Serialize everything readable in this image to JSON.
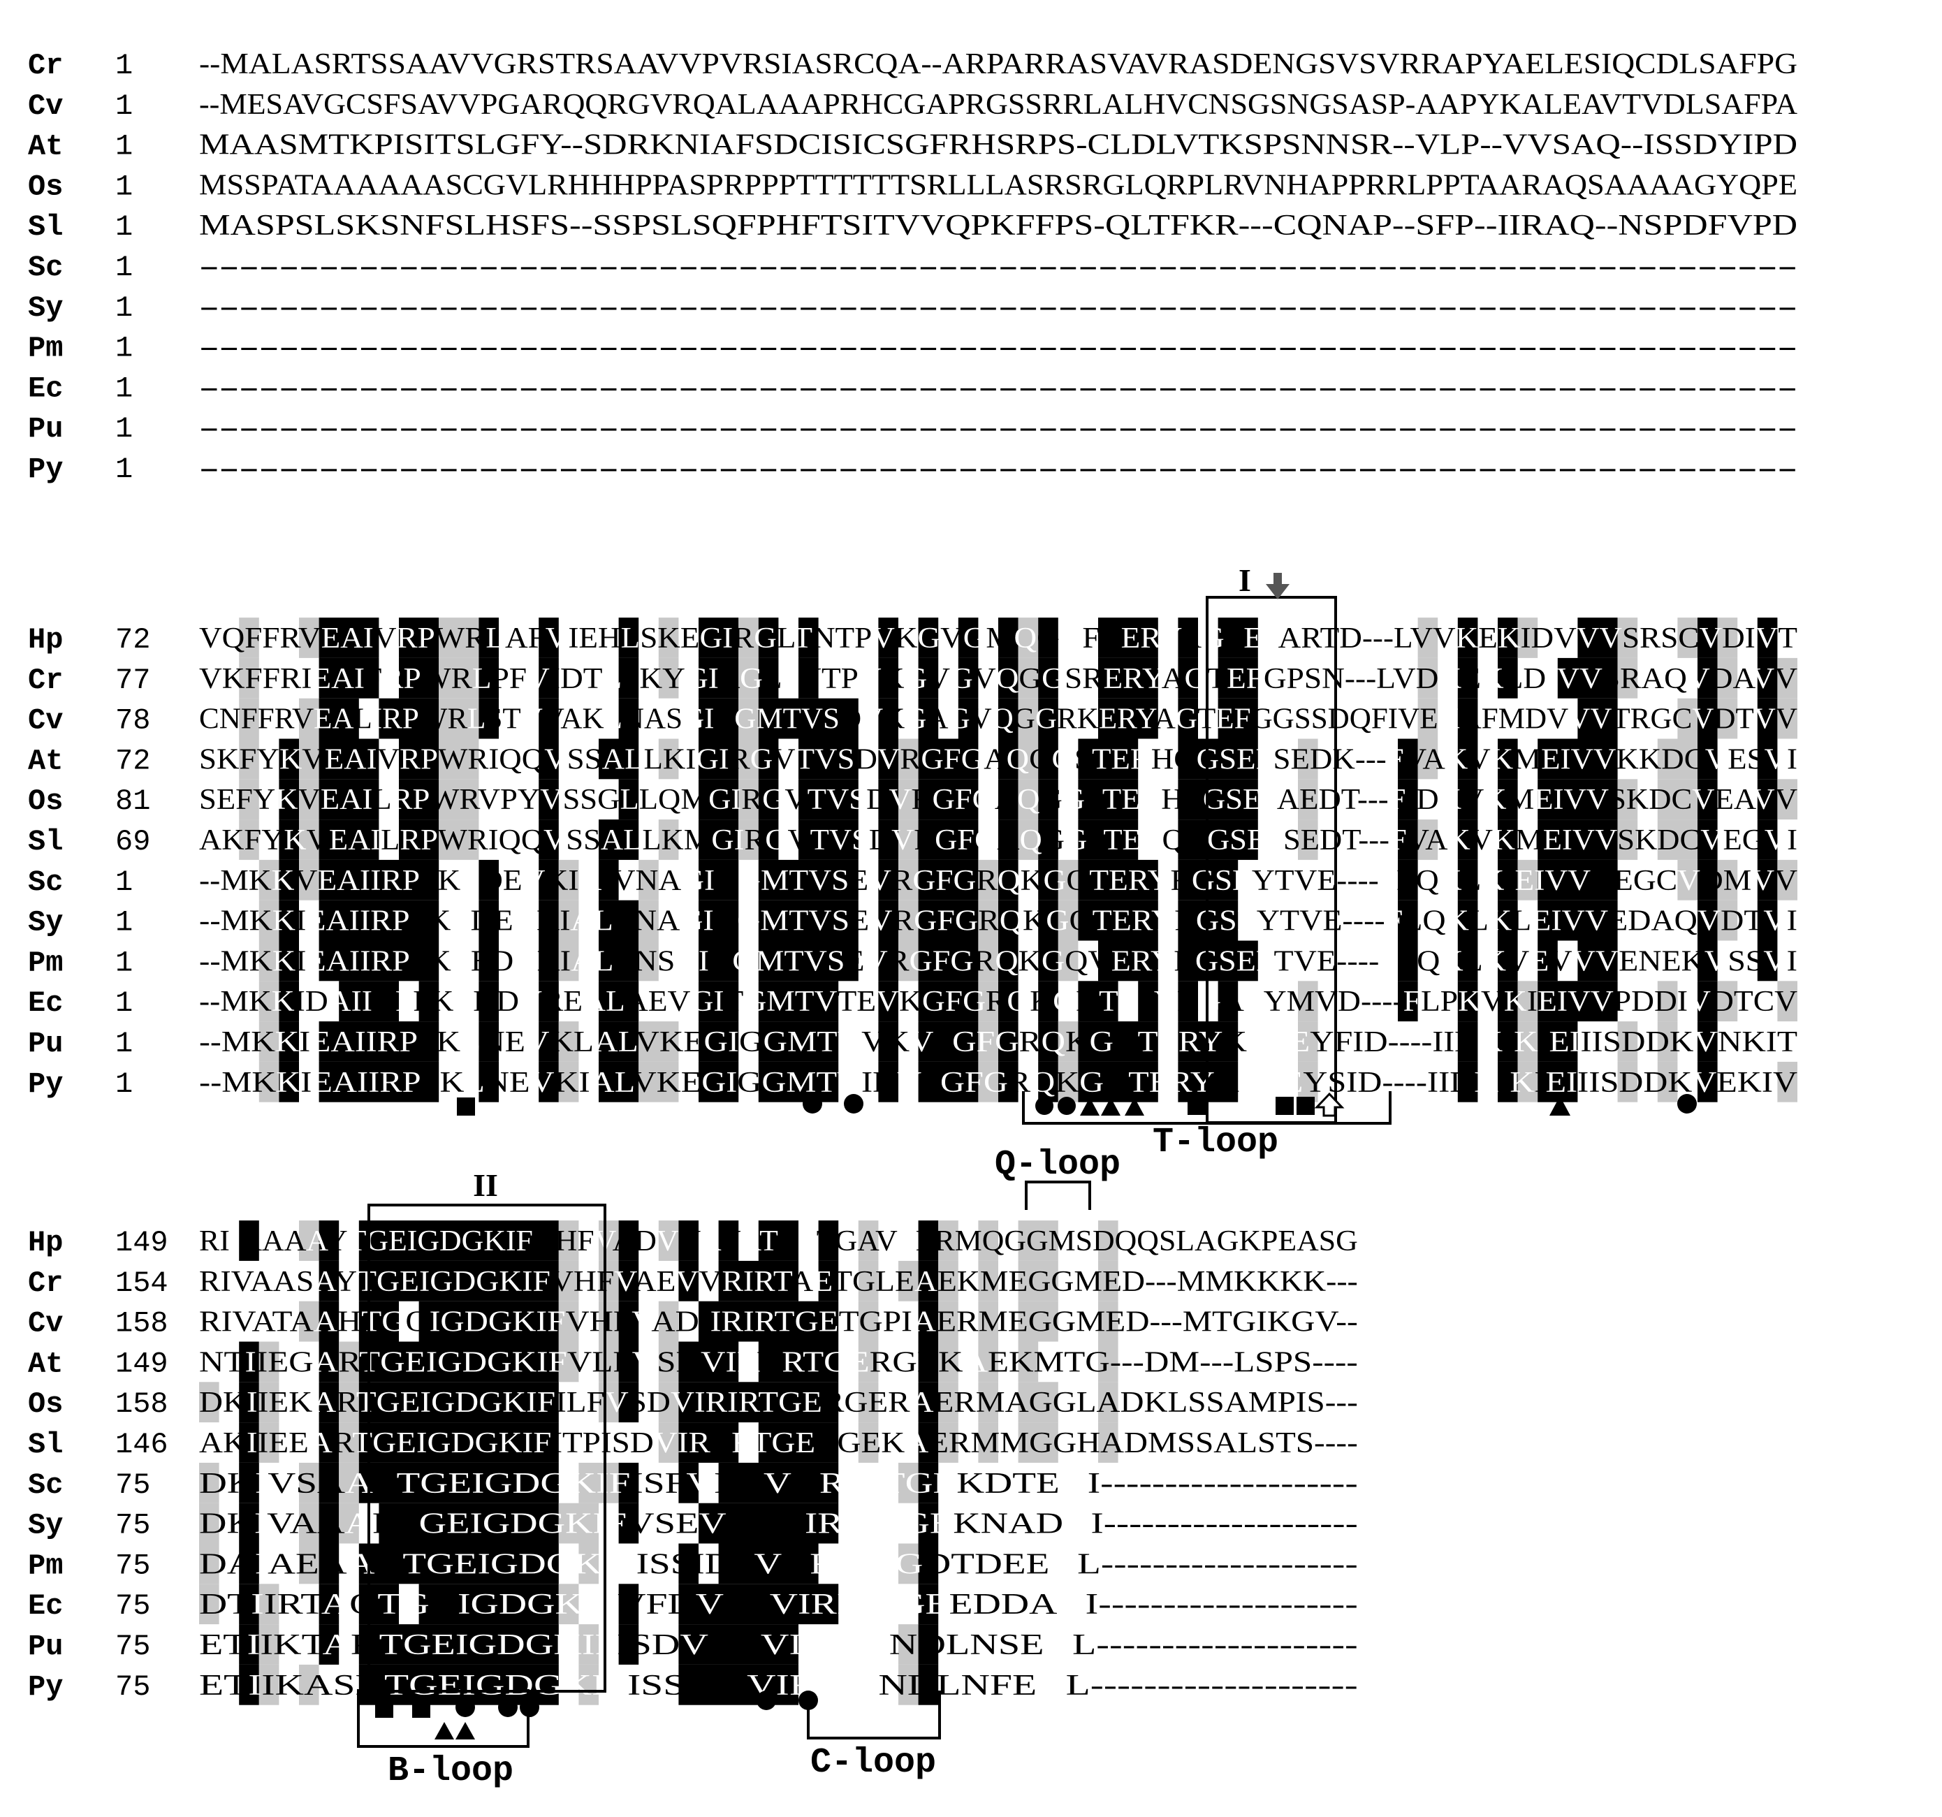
{
  "colors": {
    "identical": "#000000",
    "similar": "#c8c8c8",
    "text_on_identical": "#ffffff",
    "text_default": "#000000",
    "arrow_gray": "#555555"
  },
  "blocks": [
    {
      "id": "block1",
      "rows": [
        {
          "name": "Cr",
          "start": "1",
          "seq": "--MALASRTSSAAVVGRSTRSAAVVPVRSIASRCQA--ARPARRASVAVRASDENGSVSVRRAPYAELESIQCDLSAFPG"
        },
        {
          "name": "Cv",
          "start": "1",
          "seq": "--MESAVGCSFSAVVPGARQQRGVRQALAAAPRHCGAPRGSSRRLALHVCNSGSNGSASP-AAPYKALEAVTVDLSAFPA"
        },
        {
          "name": "At",
          "start": "1",
          "seq": "MAASMTKPISITSLGFY--SDRKNIAFSDCISICSGFRHSRPS-CLDLVTKSPSNNSR--VLP--VVSAQ--ISSDYIPD"
        },
        {
          "name": "Os",
          "start": "1",
          "seq": "MSSPATAAAAAASCGVLRHHHPPASPRPPPTTTTTTSRLLLASRSRGLQRPLRVNHAPPRRLPPTAARAQSAAAAGYQPE"
        },
        {
          "name": "Sl",
          "start": "1",
          "seq": "MASPSLSKSNFSLHSFS--SSPSLSQFPHFTSITVVQPKFFPS-QLTFKR---CQNAP--SFP--IIRAQ--NSPDFVPD"
        },
        {
          "name": "Sc",
          "start": "1",
          "seq": "--------------------------------------------------------------------------------"
        },
        {
          "name": "Sy",
          "start": "1",
          "seq": "--------------------------------------------------------------------------------"
        },
        {
          "name": "Pm",
          "start": "1",
          "seq": "--------------------------------------------------------------------------------"
        },
        {
          "name": "Ec",
          "start": "1",
          "seq": "--------------------------------------------------------------------------------"
        },
        {
          "name": "Pu",
          "start": "1",
          "seq": "--------------------------------------------------------------------------------"
        },
        {
          "name": "Py",
          "start": "1",
          "seq": "--------------------------------------------------------------------------------"
        }
      ]
    },
    {
      "id": "block2",
      "rows": [
        {
          "name": "Hp",
          "start": "72",
          "seq": "VQFFRVEAIVRPWRLAFVIEHLSKEGIRGLTNTPVKGVGMQGGFRERYAGTEFARTD---LVVKEKIDVVVSRSCVDIVT"
        },
        {
          "name": "Cr",
          "start": "77",
          "seq": "VKFFRIEAIFRPWRLPFVIDTLSKYGIRGLTNTPVKGVGVQGGSRERYAGTEFGPSN---LVDKEKLDIVVSRAQVDAVV"
        },
        {
          "name": "Cv",
          "start": "78",
          "seq": "CNFFRVEALIRPWRLSTVVAKLNASGIRGMTVSDVKGAGVQGGRKERYAGTEFGGSSDQFIVEKAFMDVVVTRGCVDTVV"
        },
        {
          "name": "At",
          "start": "72",
          "seq": "SKFYKVEAIVRPWRIQQVSSALLKIGIRGVTVSDVRGFGAQGGSTERHGGSEFSEDK---FVAKVKMEIVVKKDCVESVI"
        },
        {
          "name": "Os",
          "start": "81",
          "seq": "SEFYKVEAILRPWRVPYVSSGLLQMGIRGVTVSDVRGFGAQGGSTERHEGSEFAEDT---FIDKVKMEIVVSKDCVEAVV"
        },
        {
          "name": "Sl",
          "start": "69",
          "seq": "AKFYKVEAILRPWRIQQVSSALLKMGIRGVTVSDVRGFGAQGGLTERQAGSEFSEDT---FVAKVKMEIVVSKDCVEGVI"
        },
        {
          "name": "Sc",
          "start": "1",
          "seq": "--MKKVEAIIRPFKLDEVKIAIVNAGIVGMTVSEVRGFGRQKGQTERYRGSEYTVE----FLQKLKIEIVVDEGCVDMVV"
        },
        {
          "name": "Sy",
          "start": "1",
          "seq": "--MKKIEAIIRPFKLDEVKIALVNAGIVGMTVSEVRGFGRQKGQTERYRGSEYTVE----FLQKLKLEIVVEDAQVDTVI"
        },
        {
          "name": "Pm",
          "start": "1",
          "seq": "--MKKIEAIIRPFKLEDVKIALVNSGIVGMTVSEVRGFGRQKGQVERYRGSEFTVE----FLQKLKVEVVVENEKVSSVI"
        },
        {
          "name": "Ec",
          "start": "1",
          "seq": "--MKKIDAIIKPFKLDDVREALAEVGITGMTVTEVKGFGRQKGHTELYRGAEYMVD----FLPKVKIEIVVPDDIVDTCV"
        },
        {
          "name": "Pu",
          "start": "1",
          "seq": "--MKKIEAIIRPFKLNEVKLALVKEGIGGMTVVKVSGFGRQKGQTERYKGSEYFID----IIDKIKIEIIISDDKVNKIT"
        },
        {
          "name": "Py",
          "start": "1",
          "seq": "--MKKIEAIIRPFKLNEVKIALVKEGIGGMTVIKVSGFGRQKGQTERYKGSEYSID----IIDKIKIEIIISDDKVEKIV"
        }
      ]
    },
    {
      "id": "block3",
      "rows": [
        {
          "name": "Hp",
          "start": "149",
          "seq": "RIIAAAAYTGEIGDGKIFVHFVADVVRVRTAETGAVAERMQGGMSDQQSLAGKPEASG"
        },
        {
          "name": "Cr",
          "start": "154",
          "seq": "RIVAASAYTGEIGDGKIFVHFVAEVVRIRTAETGLEAEKMEGGMED---MMKKKK---"
        },
        {
          "name": "Cv",
          "start": "158",
          "seq": "RIVATAAHTGQIGDGKIFVHFVADIIRIRTGETGPIAERMEGGMED---MTGIKGV--"
        },
        {
          "name": "At",
          "start": "149",
          "seq": "NTIIEGARTGEIGDGKIFVLFVSDVIRVRTGERGEKAEKMTG---DM---LSPS----"
        },
        {
          "name": "Os",
          "start": "158",
          "seq": "DKIIEKARTGEIGDGKIFILFVSDVIRIRTGERGERAERMAGGLADKLSSAMPIS---"
        },
        {
          "name": "Sl",
          "start": "146",
          "seq": "AKIIEEARTGEIGDGKIFITPISDVIRVRTGERGEKAERMMGGHADMSSALSTS----"
        },
        {
          "name": "Sc",
          "start": "75",
          "seq": "DKIVSAARTGEIGDGKIFISFVDSVVRIRTGEKDTEAI--------------------"
        },
        {
          "name": "Sy",
          "start": "75",
          "seq": "DKIVAAARPGEIGDGKIFVSEVDQTIRIRTGEKNADAI--------------------"
        },
        {
          "name": "Pm",
          "start": "75",
          "seq": "DAIAEAAKTGEIGDGKIFISSIDSVVRIRTGDTDEEAL--------------------"
        },
        {
          "name": "Ec",
          "start": "75",
          "seq": "DTIIRTAQTGKIGDGKIFVFDVARVIRIRTGEEDDAAI--------------------"
        },
        {
          "name": "Pu",
          "start": "75",
          "seq": "ETIIKTAKTGEIGDGKIFISDVEQVIRIRTNDLNSEAL--------------------"
        },
        {
          "name": "Py",
          "start": "75",
          "seq": "ETIIKASKTGEIGDGKIFISSIERVIRIRTNDLNFEAL--------------------"
        }
      ]
    }
  ],
  "labels": {
    "region_I": "I",
    "region_II": "II",
    "t_loop": "T-loop",
    "q_loop": "Q-loop",
    "b_loop": "B-loop",
    "c_loop": "C-loop"
  },
  "markers": {
    "block2": [
      "square",
      "circle",
      "circle",
      "circle",
      "circle",
      "triangle",
      "triangle",
      "triangle",
      "square",
      "square",
      "square",
      "open-arrow",
      "triangle",
      "circle"
    ],
    "block3": [
      "square",
      "square",
      "triangle",
      "triangle",
      "circle",
      "circle",
      "circle",
      "circle",
      "circle"
    ]
  },
  "icons": {
    "triangle": "solid-triangle-icon",
    "circle": "solid-circle-icon",
    "square": "solid-square-icon",
    "open_arrow": "open-up-arrow-icon",
    "down_arrow": "down-arrow-icon"
  }
}
